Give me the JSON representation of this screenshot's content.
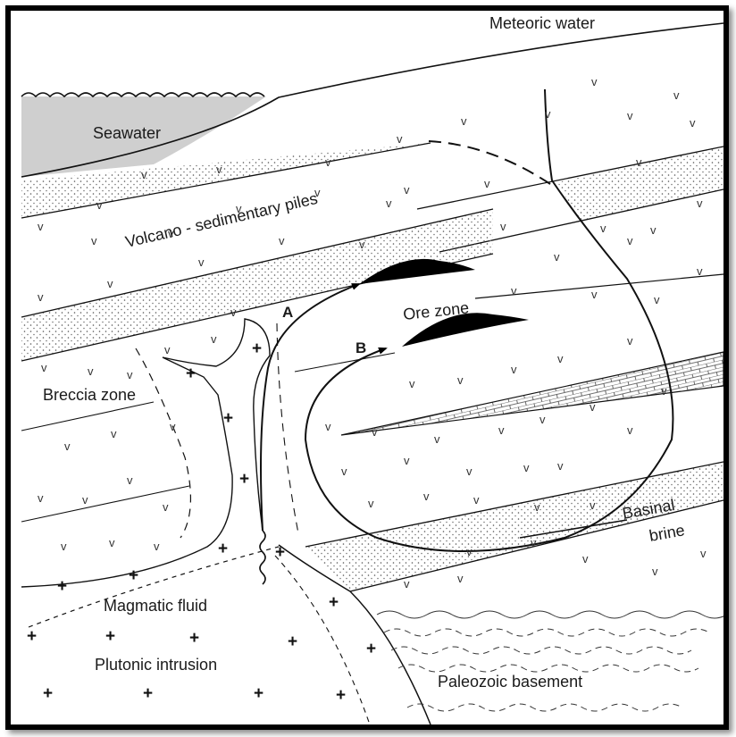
{
  "labels": {
    "meteoric_water": "Meteoric water",
    "seawater": "Seawater",
    "volcano_sedimentary": "Volcano - sedimentary piles",
    "ore_zone": "Ore zone",
    "breccia_zone": "Breccia zone",
    "basinal": "Basinal",
    "brine": "brine",
    "magmatic_fluid": "Magmatic fluid",
    "plutonic_intrusion": "Plutonic intrusion",
    "paleozoic_basement": "Paleozoic basement",
    "path_a": "A",
    "path_b": "B"
  },
  "symbols": {
    "volcanic": "v",
    "intrusive": "+"
  },
  "colors": {
    "seawater_fill": "#cfcfcf",
    "ink": "#111111",
    "ore": "#000000"
  }
}
